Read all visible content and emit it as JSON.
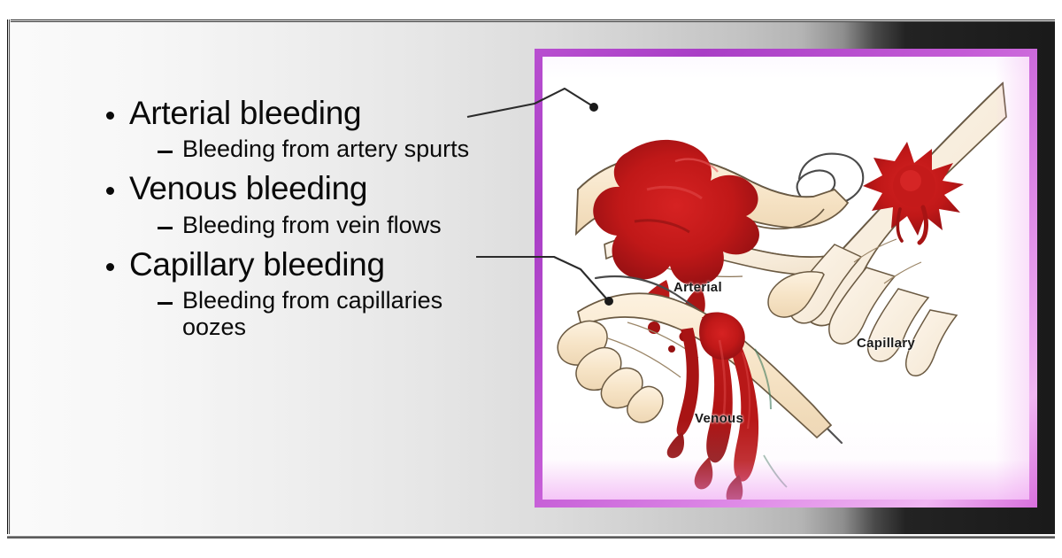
{
  "slide": {
    "background_gradient_from": "#fafafa",
    "background_gradient_to": "#1a1a1a",
    "frame_color": "#1b1b1b"
  },
  "bullets": [
    {
      "level1": "Arterial bleeding",
      "level2": "Bleeding from artery spurts"
    },
    {
      "level1": "Venous bleeding",
      "level2": "Bleeding from vein flows"
    },
    {
      "level1": "Capillary bleeding",
      "level2": "Bleeding from capillaries oozes"
    }
  ],
  "picture": {
    "border_color": "#b84fd0",
    "background": "#ffffff",
    "labels": {
      "arterial": "Arterial",
      "venous": "Venous",
      "capillary": "Capillary"
    },
    "blood_color": "#c21a1a",
    "blood_dark": "#8e0f12",
    "skin_color": "#f5e2c8",
    "outline_color": "#3a3a3a"
  },
  "leaders": {
    "arterial_note": "line from Arterial bleeding text to arterial wound",
    "venous_note": "line from Venous bleeding text to venous hand"
  }
}
